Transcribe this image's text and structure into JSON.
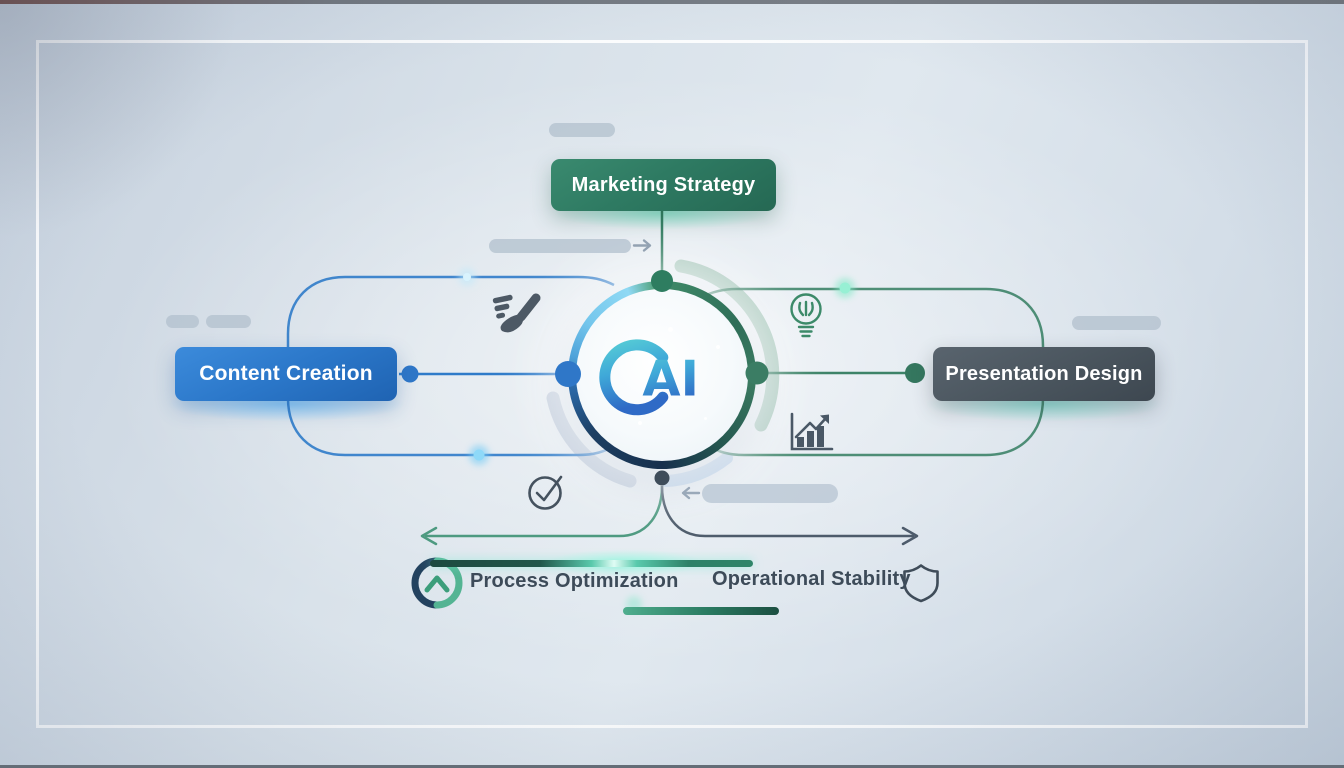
{
  "title": "AI capabilities diagram",
  "center": {
    "logo_text": "AI"
  },
  "nodes": [
    {
      "id": "marketing-strategy",
      "label": "Marketing Strategy",
      "color": "#2e7a62",
      "position": "top"
    },
    {
      "id": "content-creation",
      "label": "Content Creation",
      "color": "#2b77c9",
      "position": "left"
    },
    {
      "id": "presentation-design",
      "label": "Presentation Design",
      "color": "#4b565f",
      "position": "right"
    }
  ],
  "footer": [
    {
      "id": "process-optimization",
      "label": "Process Optimization",
      "icon": "chevron-up-circle-icon"
    },
    {
      "id": "operational-stability",
      "label": "Operational Stability",
      "icon": "shield-icon"
    }
  ],
  "decor_icons": {
    "left_connector": "paintbrush-icon",
    "right_top_connector": "lightbulb-icon",
    "right_bottom_connector": "bar-chart-growth-icon",
    "left_bottom_connector": "check-circle-icon",
    "top_pill_arrow": "arrow-right-icon",
    "bottom_pill_arrow": "arrow-left-icon"
  },
  "colors": {
    "background": "#d8e1ea",
    "accent_green": "#2e7d60",
    "accent_blue": "#2f7bc9",
    "accent_dark_slate": "#4b565f",
    "accent_cyan": "#74c6ec",
    "accent_navy": "#1b3553"
  }
}
